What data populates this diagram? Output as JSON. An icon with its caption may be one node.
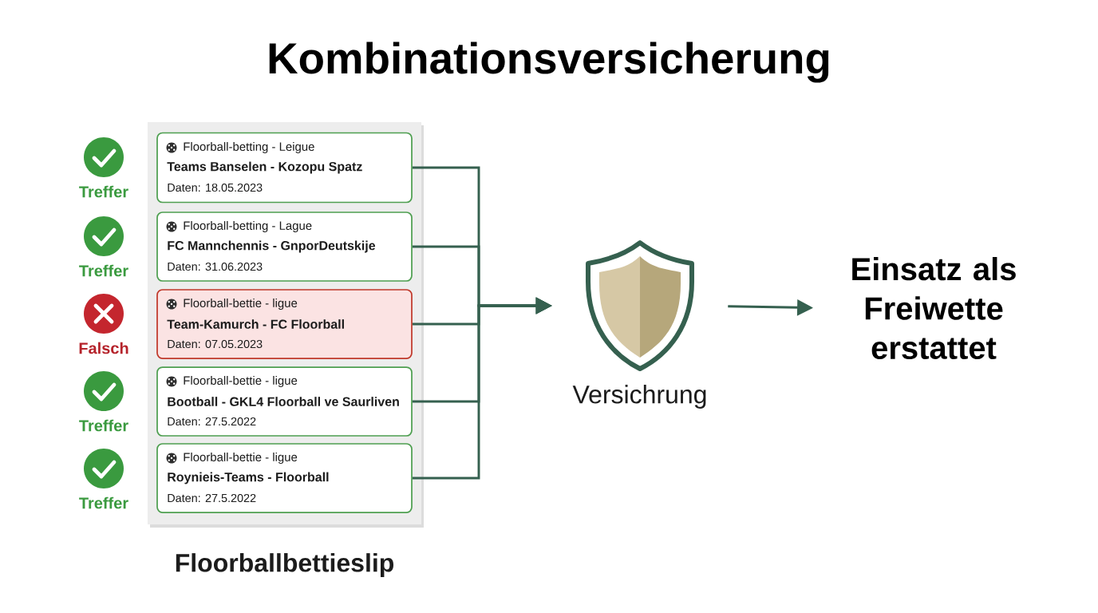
{
  "diagram": {
    "title": "Kombinationsversicherung",
    "nodes": [
      {
        "text": [],
        "shape": "tick",
        "beside": [
          "Treffer"
        ]
      },
      {
        "text": [],
        "shape": "tick",
        "beside": [
          "Treffer"
        ]
      },
      {
        "text": [],
        "shape": "cross",
        "beside": [
          "Falsch"
        ]
      },
      {
        "text": [],
        "shape": "tick",
        "beside": [
          "Treffer"
        ]
      },
      {
        "text": [],
        "shape": "tick",
        "beside": [
          "Treffer"
        ]
      },
      {
        "text": [
          "Floorballbettieslip"
        ]
      },
      {
        "text": [
          "Floorball-betting - Leigue",
          "Teams Banselen - Kozopu Spatz",
          "Daten: 18.05.2023"
        ],
        "in": 5
      },
      {
        "text": [
          "Floorball-betting - Lague",
          "FC Mannchennis - GnporDeutskije",
          "Daten: 31.06.2023"
        ],
        "in": 5
      },
      {
        "text": [
          "Floorball-bettie - ligue",
          "Team-Kamurch - FC Floorball",
          "Daten: 07.05.2023"
        ],
        "in": 5
      },
      {
        "text": [
          "Floorball-bettie - ligue",
          "Bootball - GKL4 Floorball ve Saurliven",
          "Daten: 27.5.2022"
        ],
        "in": 5
      },
      {
        "text": [
          "Floorball-bettie - ligue",
          "Roynieis-Teams - Floorball",
          "Daten: 27.5.2022"
        ],
        "in": 5
      },
      {
        "text": [],
        "shape": "shield",
        "beside": [
          "Versichrung"
        ]
      },
      {
        "text": [
          "Einsatz als Freiwette erstattet"
        ]
      }
    ],
    "edges": [
      {
        "from": 6,
        "to": 11,
        "arrow": "to"
      },
      {
        "from": 7,
        "to": 11,
        "arrow": "to"
      },
      {
        "from": 8,
        "to": 11,
        "arrow": "to"
      },
      {
        "from": 9,
        "to": 11,
        "arrow": "to"
      },
      {
        "from": 10,
        "to": 11,
        "arrow": "to"
      },
      {
        "from": 11,
        "to": 12,
        "arrow": "to"
      }
    ]
  }
}
